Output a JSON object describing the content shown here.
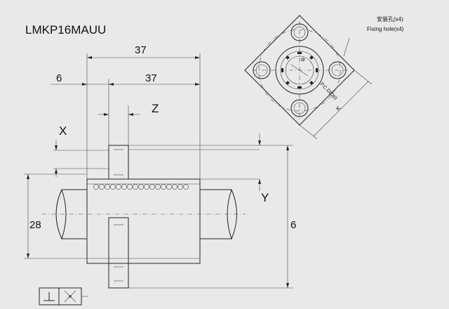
{
  "drawing": {
    "title": "LMKP16MAUU",
    "dimensions": {
      "overall_length": "37",
      "flange_offset": "6",
      "flange_to_end": "37",
      "z_label": "Z",
      "x_label": "X",
      "y_label": "Y",
      "height_left": "28",
      "height_right": "6"
    },
    "front_view": {
      "hole_label_cn": "安装孔(x4)",
      "hole_label_en": "Fixing hole(x4)",
      "dr_label": "dr",
      "pcd_label": "P.C.D(Dp)",
      "k_label": "K"
    }
  }
}
